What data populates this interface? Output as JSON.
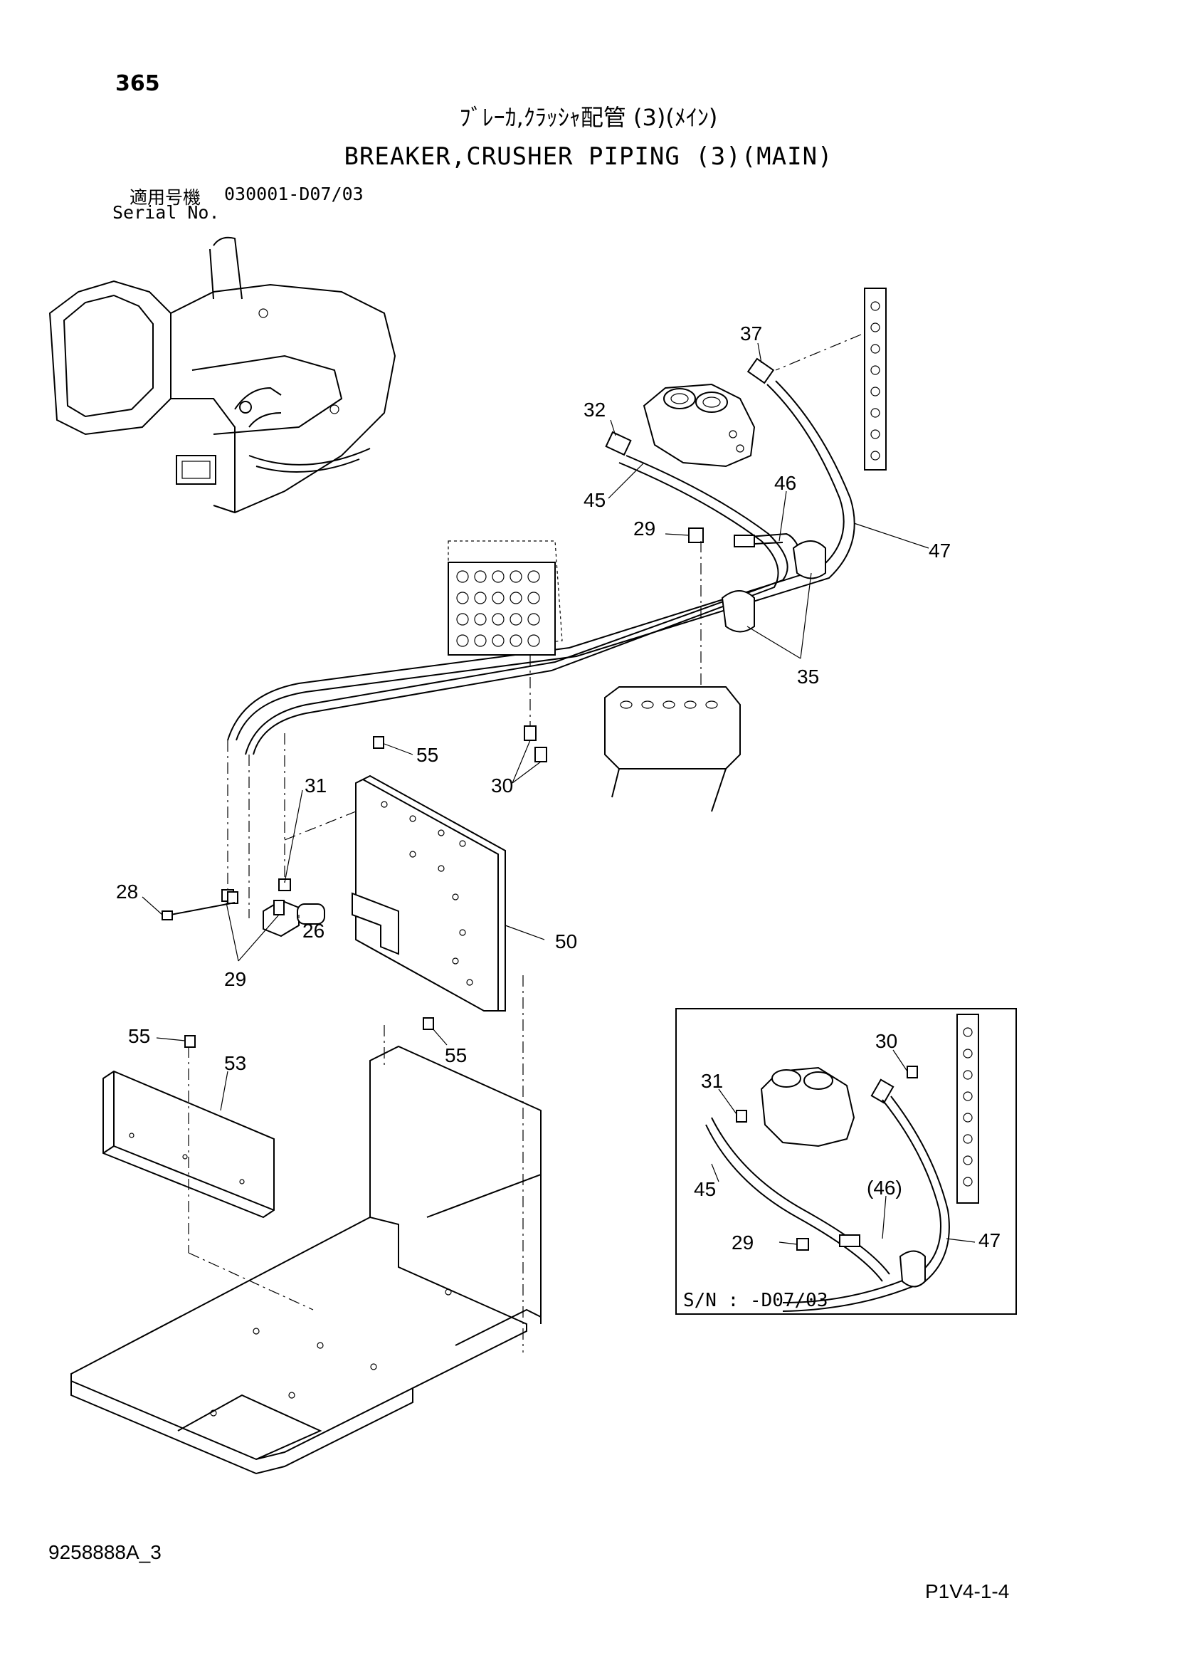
{
  "page": {
    "number": "365"
  },
  "title": {
    "japanese": "ﾌﾞﾚｰｶ,ｸﾗｯｼｬ配管 (3)(ﾒｲﾝ)",
    "english": "BREAKER,CRUSHER PIPING (3)(MAIN)"
  },
  "serial": {
    "label_jp": "適用号機",
    "value": "030001-D07/03",
    "label_en": "Serial No."
  },
  "callouts": {
    "c37": "37",
    "c32": "32",
    "c45": "45",
    "c46": "46",
    "c29a": "29",
    "c47": "47",
    "c35": "35",
    "c55a": "55",
    "c30": "30",
    "c31": "31",
    "c28": "28",
    "c26": "26",
    "c50": "50",
    "c29b": "29",
    "c55b": "55",
    "c53": "53",
    "c55c": "55"
  },
  "inset": {
    "c30": "30",
    "c31": "31",
    "c45": "45",
    "c46": "(46)",
    "c29": "29",
    "c47": "47",
    "serial_note": "S/N : -D07/03"
  },
  "footer": {
    "drawing_id": "9258888A_3",
    "page_code": "P1V4-1-4"
  }
}
